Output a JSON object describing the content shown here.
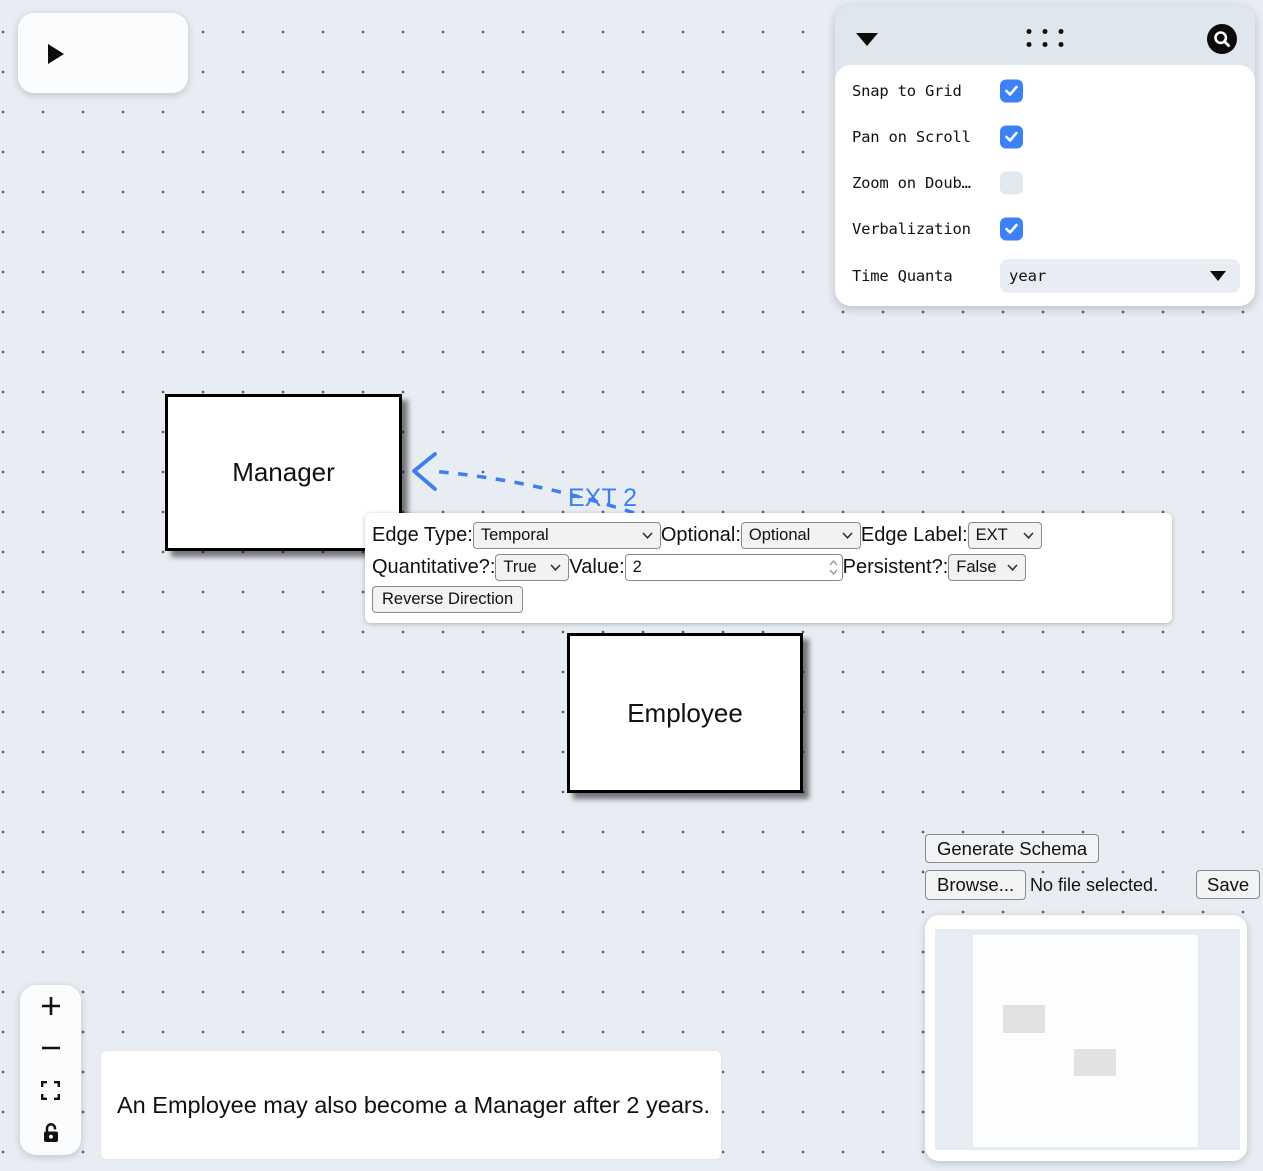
{
  "run_panel": {
    "tooltip": "run"
  },
  "settings": {
    "rows": [
      {
        "label": "Snap to Grid",
        "type": "checkbox",
        "checked": true
      },
      {
        "label": "Pan on Scroll",
        "type": "checkbox",
        "checked": true
      },
      {
        "label": "Zoom on Doub…",
        "type": "checkbox",
        "checked": false
      },
      {
        "label": "Verbalization",
        "type": "checkbox",
        "checked": true
      },
      {
        "label": "Time Quanta",
        "type": "select",
        "value": "year"
      }
    ]
  },
  "nodes": [
    {
      "label": "Manager"
    },
    {
      "label": "Employee"
    }
  ],
  "edge": {
    "label": "EXT 2",
    "color": "#3f7ef2"
  },
  "edge_panel": {
    "edge_type_label": "Edge Type:",
    "edge_type_value": "Temporal",
    "optional_label": "Optional:",
    "optional_value": "Optional",
    "edge_label_label": "Edge Label:",
    "edge_label_value": "EXT",
    "quantitative_label": "Quantitative?:",
    "quantitative_value": "True",
    "value_label": "Value:",
    "value_value": "2",
    "persistent_label": "Persistent?:",
    "persistent_value": "False",
    "reverse_button": "Reverse Direction"
  },
  "schema_controls": {
    "generate_button": "Generate Schema",
    "browse_button": "Browse...",
    "file_status": "No file selected.",
    "save_button": "Save"
  },
  "note": {
    "text": "An Employee may also become a Manager after 2 years."
  }
}
